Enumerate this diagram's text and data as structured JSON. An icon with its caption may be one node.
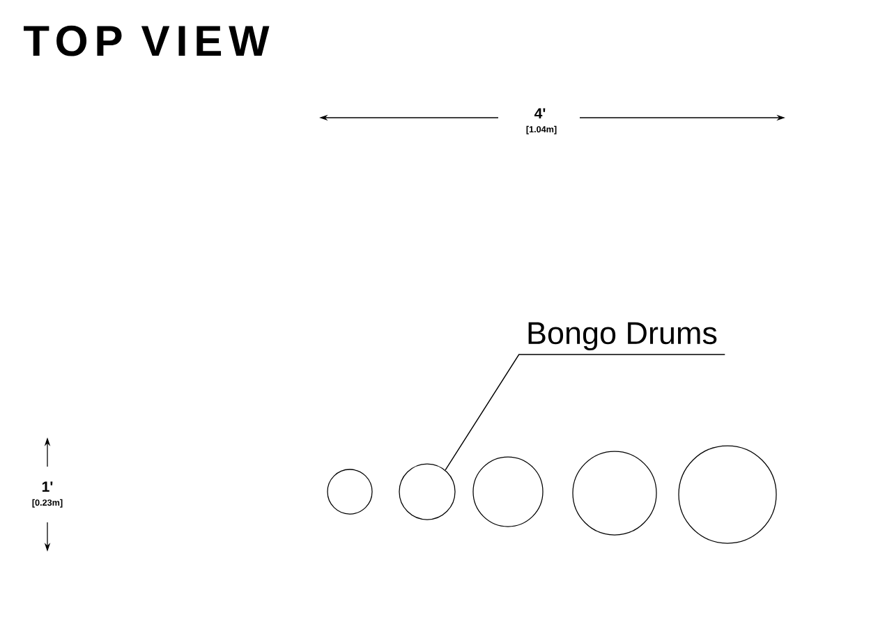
{
  "diagram": {
    "title": "TOP VIEW",
    "nodes": [
      {
        "text": [
          "Bongo Drums"
        ]
      },
      {
        "text": [],
        "shape": "circle"
      },
      {
        "text": [],
        "shape": "circle"
      },
      {
        "text": [],
        "shape": "circle"
      },
      {
        "text": [],
        "shape": "circle"
      },
      {
        "text": [],
        "shape": "circle"
      }
    ],
    "edges": [
      {
        "from": 0,
        "to": 2,
        "arrow": "none"
      }
    ],
    "labels": [
      "4'",
      "[1.04m]",
      "1'",
      "[0.23m]"
    ]
  }
}
